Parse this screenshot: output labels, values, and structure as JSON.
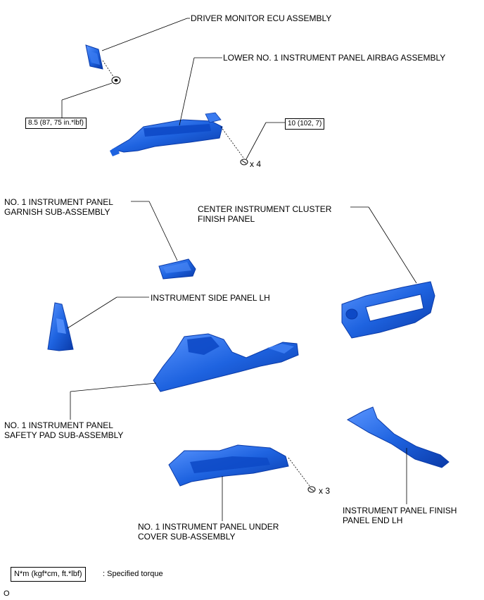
{
  "labels": {
    "driver_monitor_ecu": "DRIVER MONITOR ECU ASSEMBLY",
    "airbag": "LOWER NO. 1 INSTRUMENT PANEL AIRBAG ASSEMBLY",
    "garnish": "NO. 1 INSTRUMENT PANEL\nGARNISH SUB-ASSEMBLY",
    "center_cluster": "CENTER INSTRUMENT CLUSTER\nFINISH PANEL",
    "side_panel": "INSTRUMENT SIDE PANEL LH",
    "safety_pad": "NO. 1 INSTRUMENT PANEL\nSAFETY PAD SUB-ASSEMBLY",
    "under_cover": "NO. 1 INSTRUMENT PANEL UNDER\nCOVER SUB-ASSEMBLY",
    "finish_end": "INSTRUMENT PANEL FINISH\nPANEL END LH"
  },
  "torques": {
    "ecu_nut": "8.5 (87, 75 in.*lbf)",
    "airbag_bolt": "10 (102, 7)"
  },
  "quantities": {
    "airbag_bolts": "x 4",
    "under_cover_screws": "x 3"
  },
  "legend": {
    "box_text": "N*m (kgf*cm, ft.*lbf)",
    "description": ": Specified torque"
  },
  "footer_code": "O",
  "colors": {
    "part_fill": "#1e63e0",
    "part_dark": "#0a3aa8",
    "part_light": "#5a95ff"
  }
}
